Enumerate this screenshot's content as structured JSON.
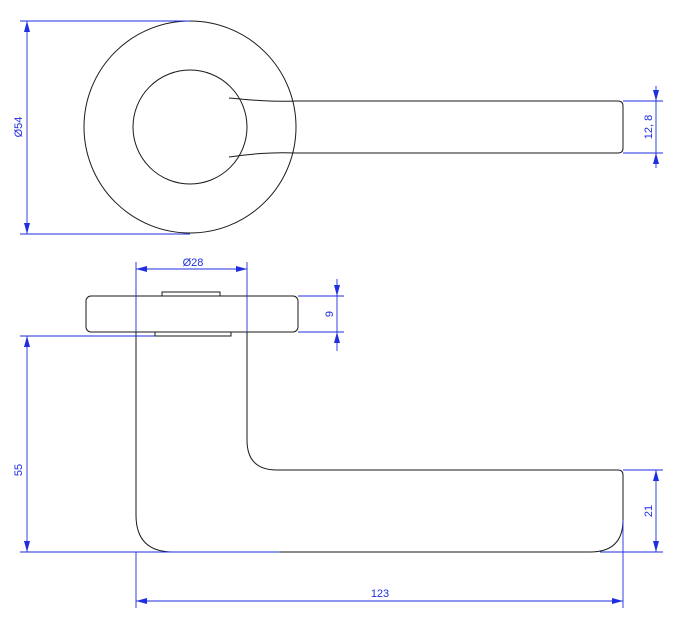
{
  "dimensions": {
    "rose_diameter": "Ø54",
    "lever_thickness": "12, 8",
    "spindle_diameter": "Ø28",
    "rose_height": "9",
    "lever_height": "55",
    "lever_end_height": "21",
    "lever_length": "123"
  },
  "colors": {
    "object_line": "#1a1a1a",
    "dimension_line": "#1e2ee0",
    "background": "#ffffff"
  }
}
